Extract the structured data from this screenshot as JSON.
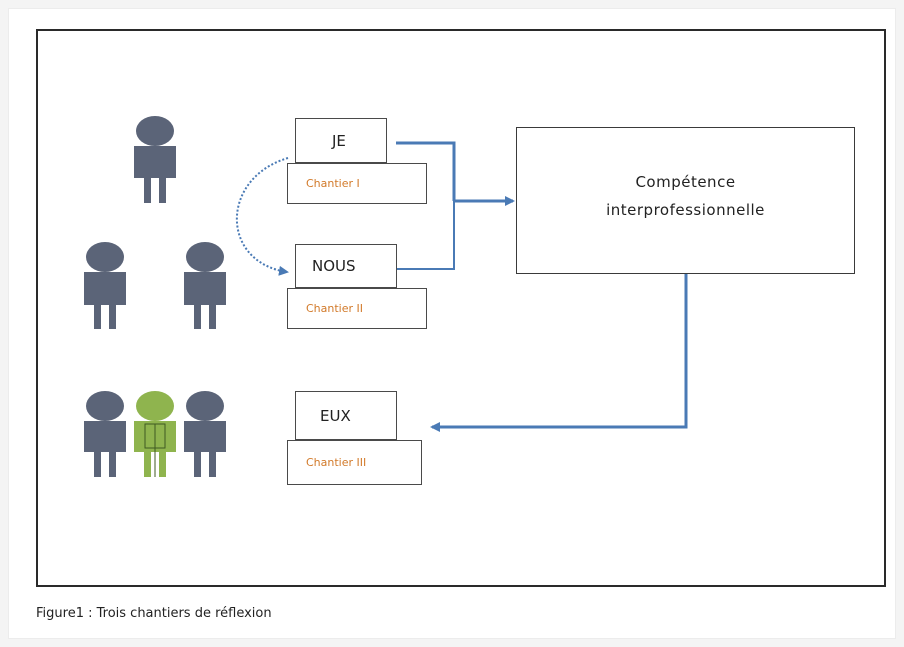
{
  "diagram": {
    "boxes": {
      "je": {
        "label": "JE",
        "chantier": "Chantier I"
      },
      "nous": {
        "label": "NOUS",
        "chantier": "Chantier II"
      },
      "eux": {
        "label": "EUX",
        "chantier": "Chantier III"
      }
    },
    "competence": {
      "line1": "Compétence",
      "line2": "interprofessionnelle"
    },
    "colors": {
      "person": "#5b6478",
      "person_highlight": "#8fb44e",
      "arrow": "#4a7ab5",
      "chantier_text": "#d27a2a"
    }
  },
  "caption": "Figure1 : Trois chantiers de réflexion"
}
